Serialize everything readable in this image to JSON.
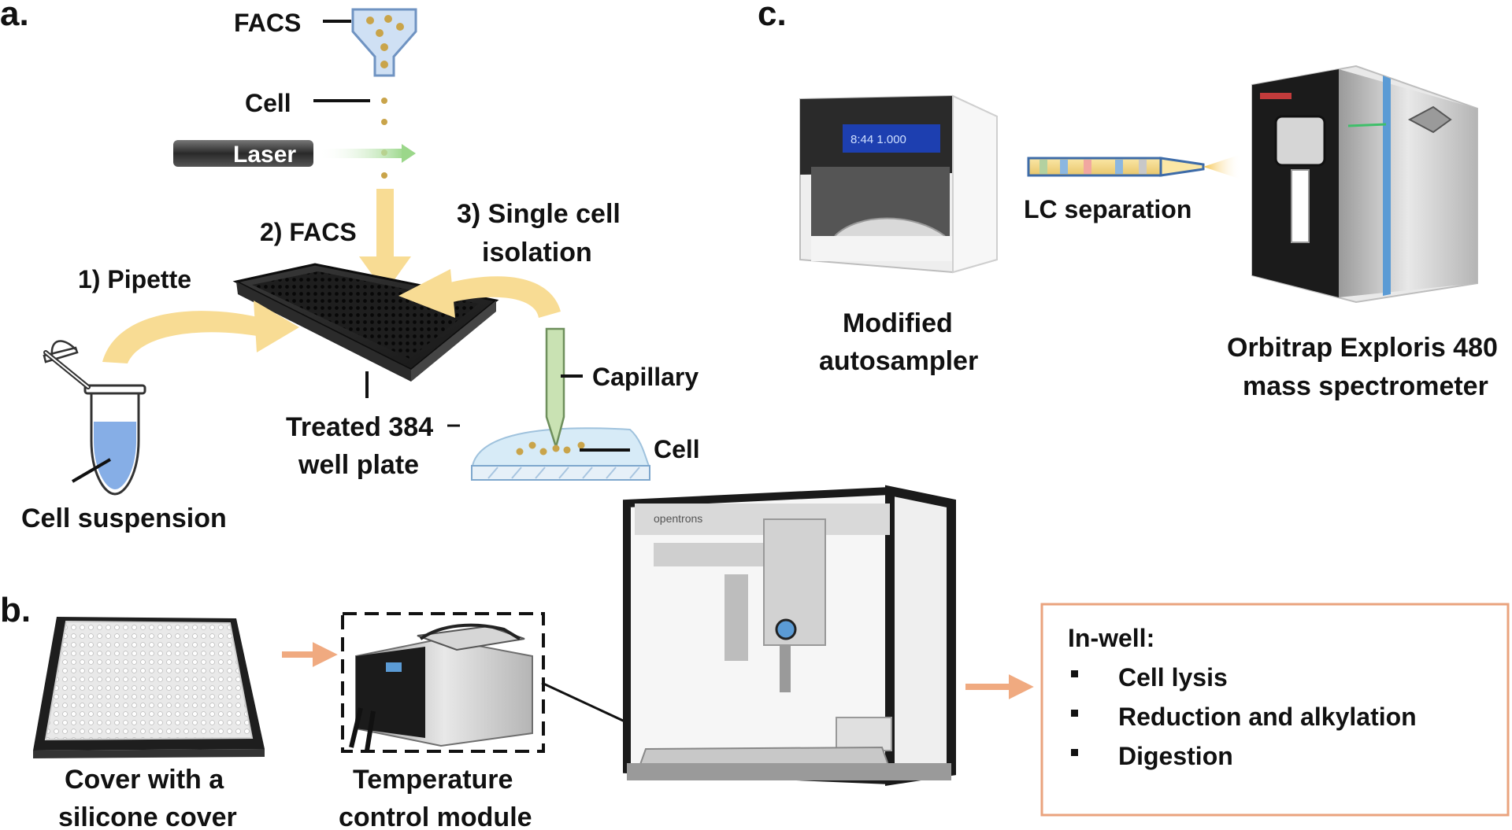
{
  "panel_a": {
    "letter": "a.",
    "facs_label": "FACS",
    "cell_label_top": "Cell",
    "laser_label": "Laser",
    "step1": "1) Pipette",
    "step2": "2) FACS",
    "step3_line1": "3) Single cell",
    "step3_line2": "isolation",
    "capillary_label": "Capillary",
    "cell_label_bottom": "Cell",
    "plate_line1": "Treated 384",
    "plate_line2": "well plate",
    "suspension_label": "Cell suspension"
  },
  "panel_b": {
    "letter": "b.",
    "cover_line1": "Cover with a",
    "cover_line2": "silicone cover",
    "temp_line1": "Temperature",
    "temp_line2": "control module",
    "robot_brand": "opentrons",
    "inwell_title": "In-well:",
    "inwell_items": [
      "Cell lysis",
      "Reduction and alkylation",
      "Digestion"
    ]
  },
  "panel_c": {
    "letter": "c.",
    "autosampler_line1": "Modified",
    "autosampler_line2": "autosampler",
    "autosampler_display": "8:44 1.000",
    "lc_label": "LC separation",
    "ms_line1": "Orbitrap  Exploris 480",
    "ms_line2": "mass spectrometer"
  },
  "colors": {
    "flow_arrow": "#f8dc94",
    "orange_arrow": "#f0aa80",
    "inwell_border": "#eaa37e",
    "tube_liquid": "#86aee6",
    "capillary": "#c9e2b3",
    "droplet": "#d7ebf7",
    "laser_beam": "#b9e3a6",
    "dark_body": "#1b1b1b",
    "ms_blue_stripe": "#5b9bd5"
  }
}
